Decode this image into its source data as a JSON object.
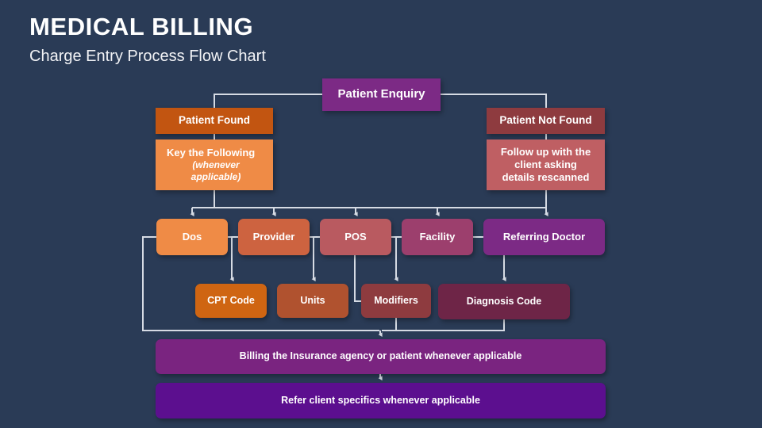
{
  "header": {
    "title": "MEDICAL BILLING",
    "subtitle": "Charge Entry Process Flow Chart"
  },
  "colors": {
    "background": "#2a3b56",
    "connector": "#d6dbe4",
    "enquiry": "#7c2a85",
    "patient_found": "#c25511",
    "key_following": "#ef8b46",
    "patient_not_found": "#8e3b3f",
    "follow_up": "#bf5f63",
    "dos": "#ef8b46",
    "provider": "#cd6340",
    "pos": "#b95a60",
    "facility": "#9c3f6d",
    "referring_doctor": "#7c2a85",
    "cpt_code": "#cf6512",
    "units": "#b0522f",
    "modifiers": "#8e3b3f",
    "diagnosis_code": "#6e2547",
    "billing": "#7a2480",
    "refer_client": "#5c0f8f"
  },
  "nodes": {
    "enquiry": "Patient Enquiry",
    "patient_found": "Patient Found",
    "patient_not_found": "Patient Not Found",
    "key_following": {
      "line1": "Key the Following",
      "line2": "(whenever applicable)"
    },
    "follow_up": {
      "line1": "Follow up with the",
      "line2": "client asking",
      "line3": "details rescanned"
    },
    "dos": "Dos",
    "provider": "Provider",
    "pos": "POS",
    "facility": "Facility",
    "referring_doctor": "Referring Doctor",
    "cpt_code": "CPT Code",
    "units": "Units",
    "modifiers": "Modifiers",
    "diagnosis_code": "Diagnosis Code",
    "billing": "Billing the Insurance agency or patient whenever applicable",
    "refer_client": "Refer client specifics whenever applicable"
  }
}
